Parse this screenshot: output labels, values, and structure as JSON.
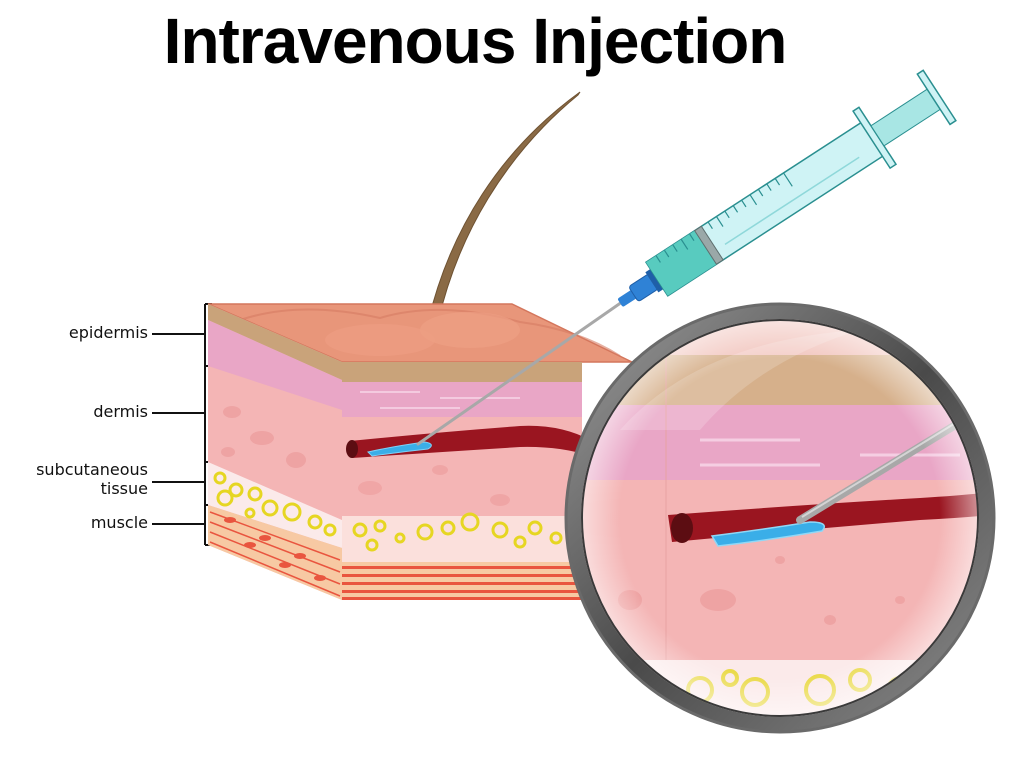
{
  "title": "Intravenous Injection",
  "labels": {
    "epidermis": "epidermis",
    "dermis": "dermis",
    "subcutaneous_line1": "subcutaneous",
    "subcutaneous_line2": "tissue",
    "muscle": "muscle"
  },
  "colors": {
    "skin_top": "#e8967a",
    "epidermis_band": "#c9a37a",
    "dermis_pink": "#e9a6c6",
    "tissue_pink": "#f4b5b5",
    "vein": "#9a1520",
    "fluid": "#3aaee8",
    "fat": "#e6d622",
    "muscle": "#e9553f",
    "syringe_barrel": "#bdeef0",
    "syringe_liquid": "#58cbbf",
    "needle_hub": "#2f82d6",
    "hair": "#8a6a45",
    "lens_rim": "#5e5e5e"
  },
  "icons": [
    "syringe-icon",
    "magnifier-icon",
    "hair-icon",
    "vein-icon"
  ]
}
